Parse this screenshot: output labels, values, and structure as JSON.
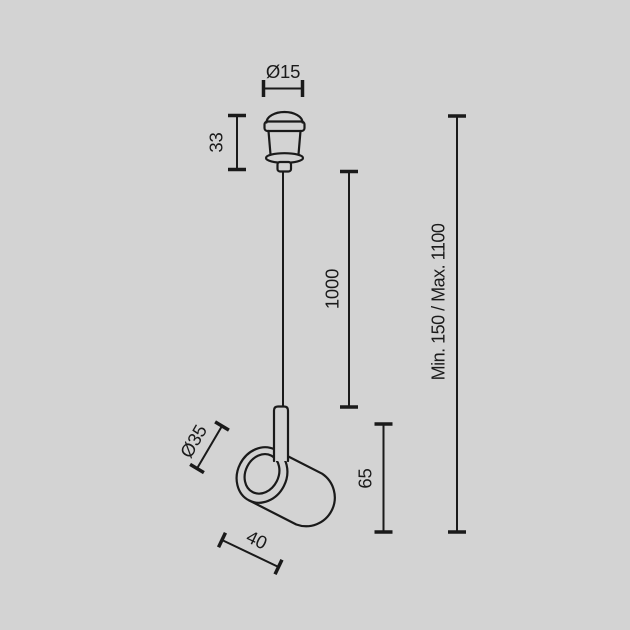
{
  "meta": {
    "description": "Technical dimension drawing of a suspended pendant spot light",
    "background_color": "#d3d3d3",
    "line_color": "#1a1a1a"
  },
  "drawing": {
    "parts": {
      "canopy": "ceiling-canopy",
      "cable": "suspension-cable",
      "stem": "head-stem",
      "head": "cylindrical-spot-head"
    }
  },
  "dimensions": {
    "canopy_diameter": "Ø15",
    "canopy_height": "33",
    "cable_length": "1000",
    "suspension_range": "Min. 150 / Max. 1100",
    "head_height": "65",
    "head_face_diameter": "Ø35",
    "head_body_length": "40"
  }
}
